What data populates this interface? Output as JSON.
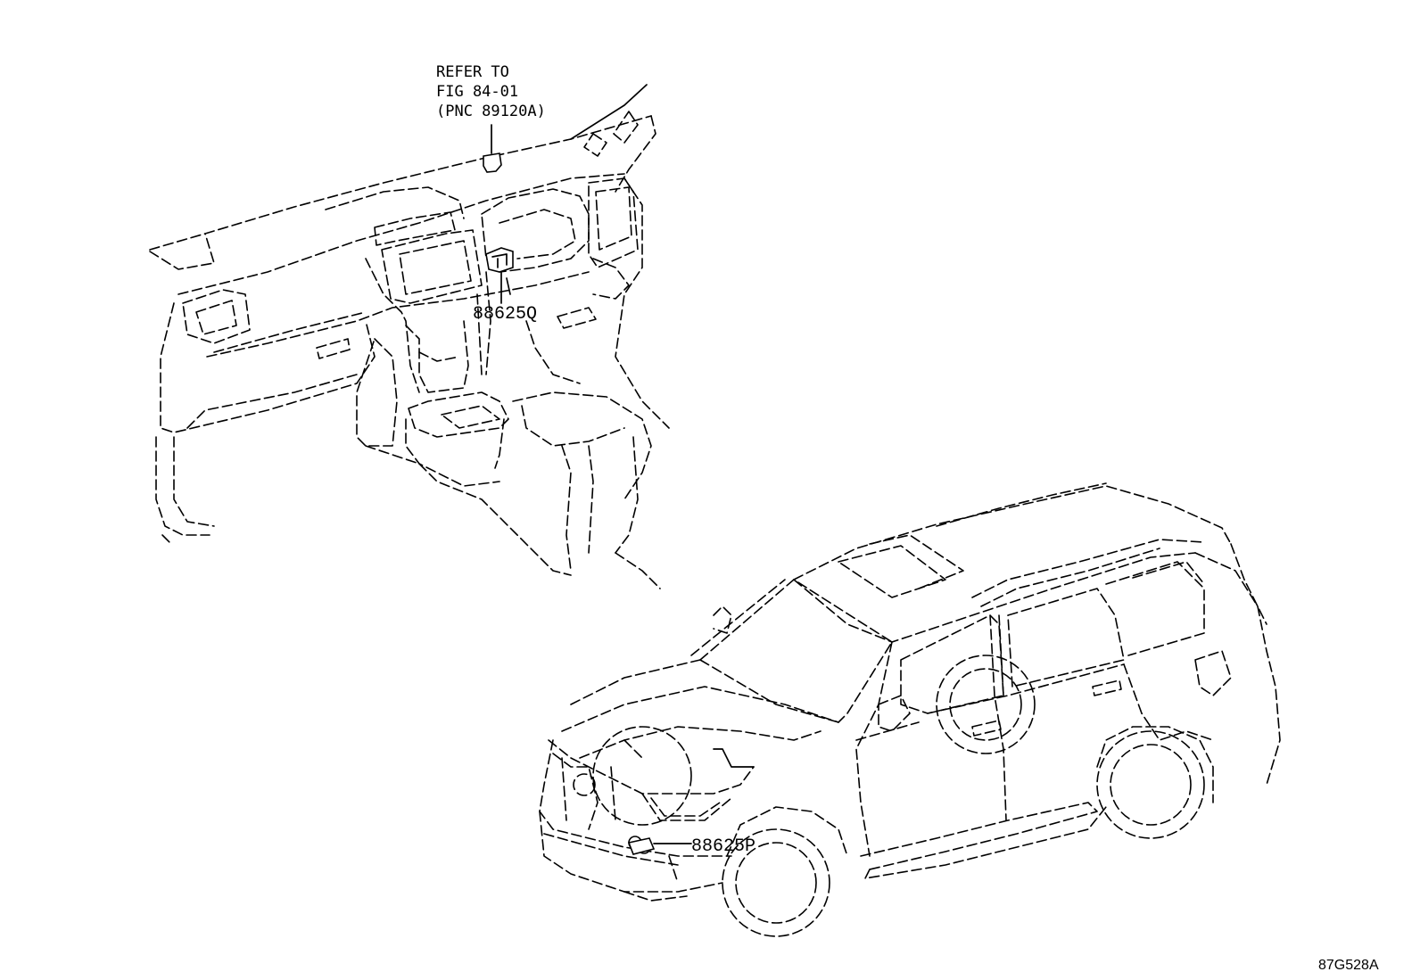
{
  "note": {
    "line1": "REFER TO",
    "line2": "FIG 84-01",
    "line3": "(PNC 89120A)"
  },
  "callouts": {
    "upper_part": "88625Q",
    "lower_part": "88625P"
  },
  "figure_code": "87G528A"
}
